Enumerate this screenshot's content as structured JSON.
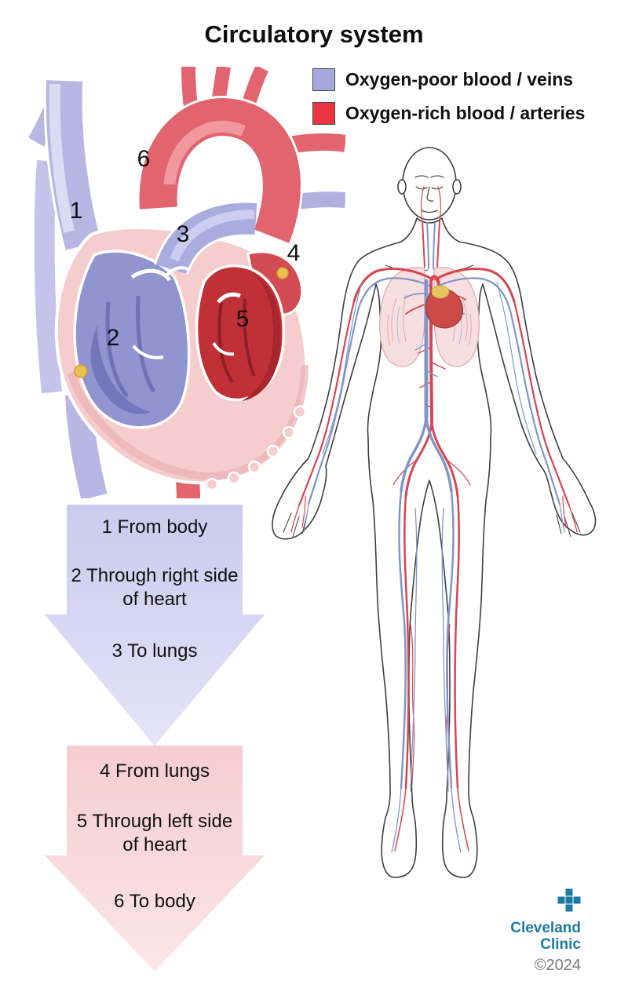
{
  "title": "Circulatory system",
  "legend": {
    "items": [
      {
        "label": "Oxygen-poor blood / veins",
        "color": "#a6a7dd"
      },
      {
        "label": "Oxygen-rich blood / arteries",
        "color": "#e8353f"
      }
    ]
  },
  "heart": {
    "labels": [
      {
        "num": "1"
      },
      {
        "num": "2"
      },
      {
        "num": "3"
      },
      {
        "num": "4"
      },
      {
        "num": "5"
      },
      {
        "num": "6"
      }
    ]
  },
  "flow": {
    "venous": {
      "color": "#d6d5f2",
      "steps": [
        "1 From body",
        "2 Through right side of heart",
        "3 To lungs"
      ]
    },
    "arterial": {
      "color": "#f8d6d9",
      "steps": [
        "4 From lungs",
        "5 Through left side of heart",
        "6 To body"
      ]
    }
  },
  "footer": {
    "brand_line1": "Cleveland",
    "brand_line2": "Clinic",
    "year": "©2024"
  }
}
